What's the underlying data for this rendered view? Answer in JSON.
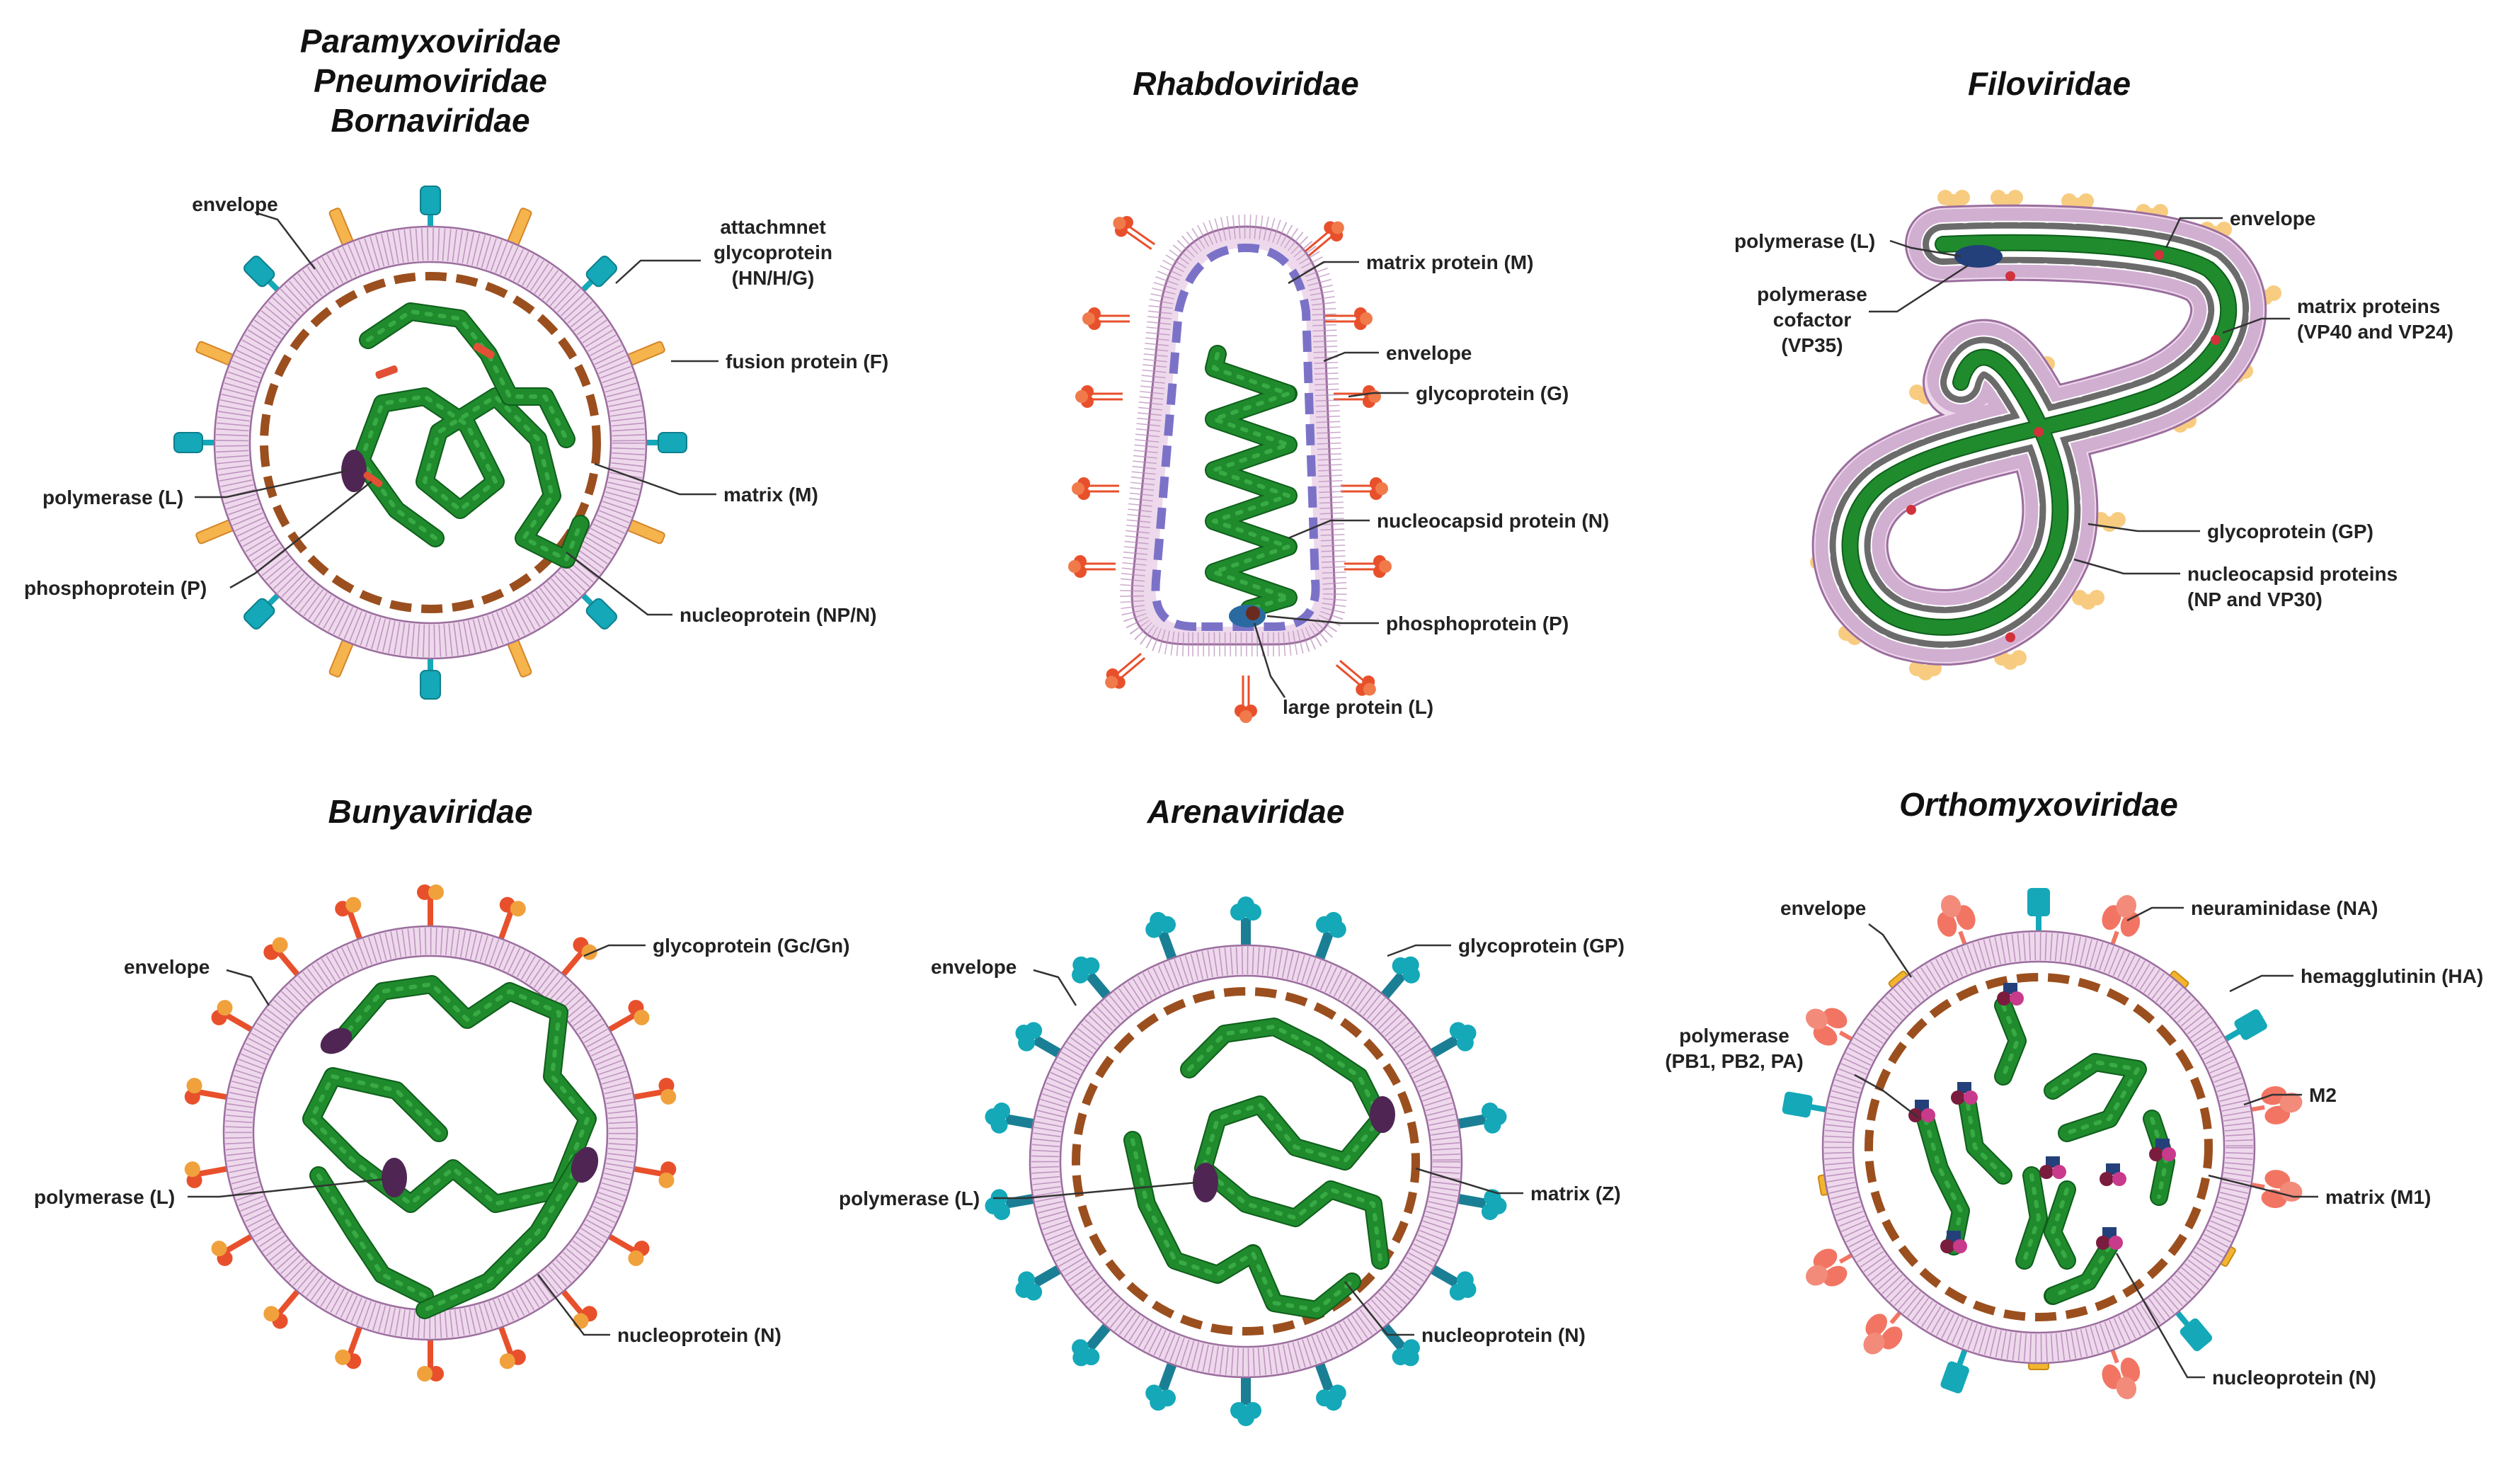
{
  "panels": [
    {
      "id": "paramyxo",
      "title_lines": [
        "Paramyxoviridae",
        "Pneumoviridae",
        "Bornaviridae"
      ],
      "labels": [
        {
          "key": "envelope",
          "lines": [
            "envelope"
          ]
        },
        {
          "key": "attachment",
          "lines": [
            "attachmnet",
            "glycoprotein",
            "(HN/H/G)"
          ]
        },
        {
          "key": "fusion",
          "lines": [
            "fusion protein (F)"
          ]
        },
        {
          "key": "polymerase",
          "lines": [
            "polymerase (L)"
          ]
        },
        {
          "key": "matrix",
          "lines": [
            "matrix (M)"
          ]
        },
        {
          "key": "phospho",
          "lines": [
            "phosphoprotein (P)"
          ]
        },
        {
          "key": "nucleo",
          "lines": [
            "nucleoprotein (NP/N)"
          ]
        }
      ]
    },
    {
      "id": "rhabdo",
      "title_lines": [
        "Rhabdoviridae"
      ],
      "labels": [
        {
          "key": "matrix",
          "lines": [
            "matrix protein (M)"
          ]
        },
        {
          "key": "envelope",
          "lines": [
            "envelope"
          ]
        },
        {
          "key": "glyco",
          "lines": [
            "glycoprotein (G)"
          ]
        },
        {
          "key": "nucleocapsid",
          "lines": [
            "nucleocapsid protein (N)"
          ]
        },
        {
          "key": "phospho",
          "lines": [
            "phosphoprotein (P)"
          ]
        },
        {
          "key": "large",
          "lines": [
            "large protein (L)"
          ]
        }
      ]
    },
    {
      "id": "filo",
      "title_lines": [
        "Filoviridae"
      ],
      "labels": [
        {
          "key": "polymerase",
          "lines": [
            "polymerase (L)"
          ]
        },
        {
          "key": "cofactor",
          "lines": [
            "polymerase",
            "cofactor",
            "(VP35)"
          ]
        },
        {
          "key": "envelope",
          "lines": [
            "envelope"
          ]
        },
        {
          "key": "matrix",
          "lines": [
            "matrix proteins",
            "(VP40 and VP24)"
          ]
        },
        {
          "key": "glyco",
          "lines": [
            "glycoprotein (GP)"
          ]
        },
        {
          "key": "nucleocapsid",
          "lines": [
            "nucleocapsid proteins",
            "(NP and VP30)"
          ]
        }
      ]
    },
    {
      "id": "bunya",
      "title_lines": [
        "Bunyaviridae"
      ],
      "labels": [
        {
          "key": "envelope",
          "lines": [
            "envelope"
          ]
        },
        {
          "key": "glyco",
          "lines": [
            "glycoprotein (Gc/Gn)"
          ]
        },
        {
          "key": "polymerase",
          "lines": [
            "polymerase (L)"
          ]
        },
        {
          "key": "nucleo",
          "lines": [
            "nucleoprotein (N)"
          ]
        }
      ]
    },
    {
      "id": "arena",
      "title_lines": [
        "Arenaviridae"
      ],
      "labels": [
        {
          "key": "envelope",
          "lines": [
            "envelope"
          ]
        },
        {
          "key": "glyco",
          "lines": [
            "glycoprotein (GP)"
          ]
        },
        {
          "key": "polymerase",
          "lines": [
            "polymerase (L)"
          ]
        },
        {
          "key": "matrix",
          "lines": [
            "matrix (Z)"
          ]
        },
        {
          "key": "nucleo",
          "lines": [
            "nucleoprotein (N)"
          ]
        }
      ]
    },
    {
      "id": "orthomyxo",
      "title_lines": [
        "Orthomyxoviridae"
      ],
      "labels": [
        {
          "key": "envelope",
          "lines": [
            "envelope"
          ]
        },
        {
          "key": "na",
          "lines": [
            "neuraminidase (NA)"
          ]
        },
        {
          "key": "ha",
          "lines": [
            "hemagglutinin (HA)"
          ]
        },
        {
          "key": "polymerase",
          "lines": [
            "polymerase",
            "(PB1, PB2, PA)"
          ]
        },
        {
          "key": "m2",
          "lines": [
            "M2"
          ]
        },
        {
          "key": "matrix",
          "lines": [
            "matrix (M1)"
          ]
        },
        {
          "key": "nucleo",
          "lines": [
            "nucleoprotein (N)"
          ]
        }
      ]
    }
  ],
  "colors": {
    "membrane_fill": "#eed9ec",
    "membrane_stripe": "#b98cbb",
    "membrane_edge": "#9b6e9e",
    "matrix": "#9b4f1e",
    "rhabdo_matrix": "#7b72c8",
    "rna": "#1f8b2d",
    "rna_light": "#3fb14a",
    "polymerase": "#4f2653",
    "teal": "#14a8b8",
    "orange": "#f6b44c",
    "red_orange": "#e8502c",
    "dark_teal": "#1a7f95",
    "salmon": "#f27563",
    "yellow": "#f2b52d",
    "magenta": "#c83a8b",
    "navy": "#23407a",
    "fusion_red": "#e25035",
    "filo_gp": "#f8cc80",
    "filo_gray": "#6b6b6b"
  }
}
